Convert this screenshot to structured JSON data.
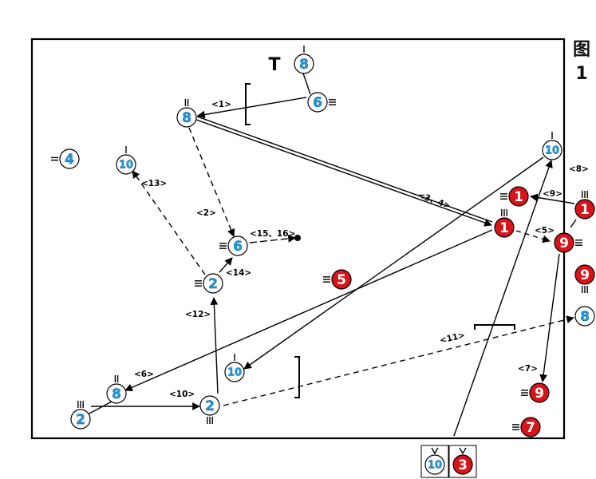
{
  "figure": {
    "caption_char": "图",
    "caption_number": "1"
  },
  "colors": {
    "blue": "#1a9be0",
    "red": "#d7141a",
    "ink": "#000000"
  },
  "marker_t": "T",
  "players": [
    {
      "id": "b8_top",
      "label": "8",
      "team": "blue"
    },
    {
      "id": "b6_top",
      "label": "6",
      "team": "blue"
    },
    {
      "id": "b8_mid",
      "label": "8",
      "team": "blue"
    },
    {
      "id": "b4",
      "label": "4",
      "team": "blue"
    },
    {
      "id": "b10_left",
      "label": "10",
      "team": "blue"
    },
    {
      "id": "b6_center",
      "label": "6",
      "team": "blue"
    },
    {
      "id": "b2_mid",
      "label": "2",
      "team": "blue"
    },
    {
      "id": "b10_right",
      "label": "10",
      "team": "blue"
    },
    {
      "id": "b8_right",
      "label": "8",
      "team": "blue"
    },
    {
      "id": "b10_low",
      "label": "10",
      "team": "blue"
    },
    {
      "id": "b8_low",
      "label": "8",
      "team": "blue"
    },
    {
      "id": "b2_left",
      "label": "2",
      "team": "blue"
    },
    {
      "id": "b2_low",
      "label": "2",
      "team": "blue"
    },
    {
      "id": "r1_a",
      "label": "1",
      "team": "red"
    },
    {
      "id": "r1_b",
      "label": "1",
      "team": "red"
    },
    {
      "id": "r1_c",
      "label": "1",
      "team": "red"
    },
    {
      "id": "r9_a",
      "label": "9",
      "team": "red"
    },
    {
      "id": "r9_b",
      "label": "9",
      "team": "red"
    },
    {
      "id": "r5",
      "label": "5",
      "team": "red"
    },
    {
      "id": "r9_c",
      "label": "9",
      "team": "red"
    },
    {
      "id": "r7",
      "label": "7",
      "team": "red"
    },
    {
      "id": "sub_b10",
      "label": "10",
      "team": "blue"
    },
    {
      "id": "sub_r3",
      "label": "3",
      "team": "red"
    }
  ],
  "steps": [
    "<1>",
    "<2>",
    "<3、4>",
    "<5>",
    "<6>",
    "<7>",
    "<8>",
    "<9>",
    "<10>",
    "<11>",
    "<12>",
    "<13>",
    "<14>",
    "<15、16>"
  ]
}
